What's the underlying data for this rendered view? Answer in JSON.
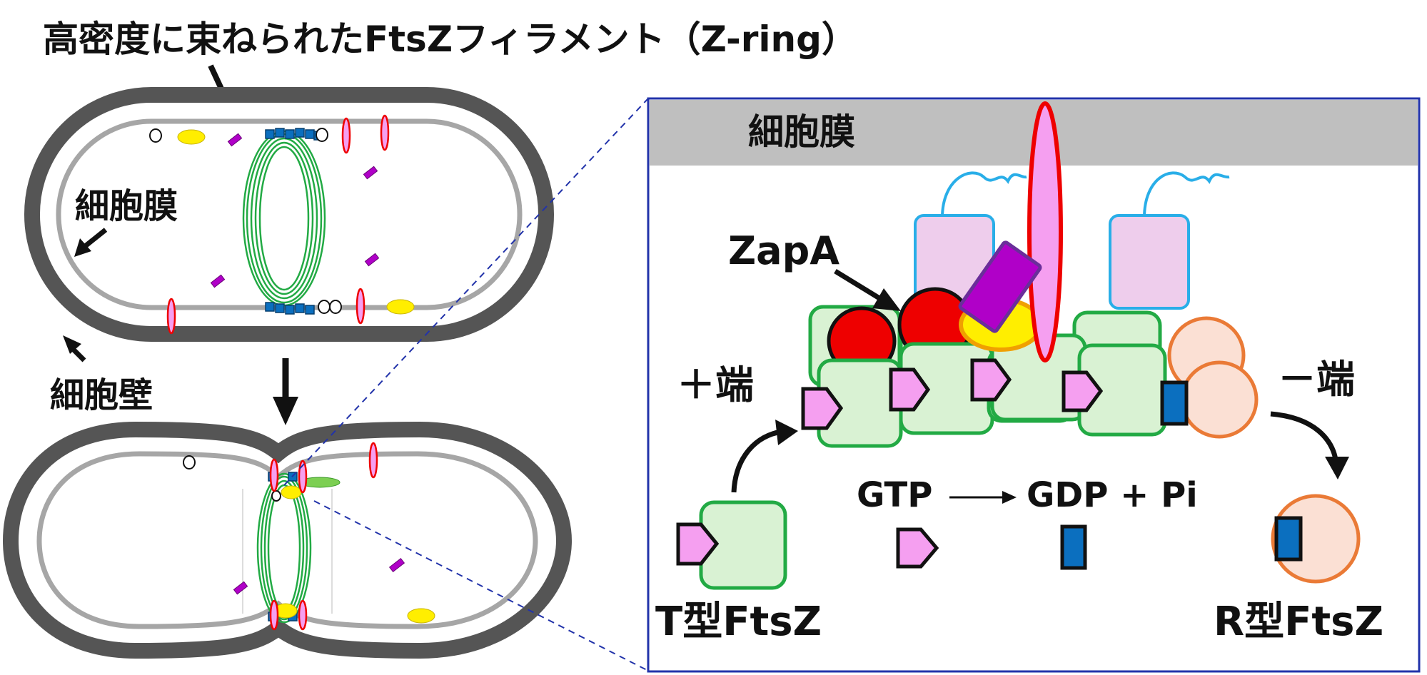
{
  "title": "高密度に束ねられたFtsZフィラメント（Z-ring）",
  "left": {
    "membrane_label": "細胞膜",
    "wall_label": "細胞壁"
  },
  "detail": {
    "membrane_label": "細胞膜",
    "zapa_label": "ZapA",
    "plus_end_label": "＋端",
    "minus_end_label": "－端",
    "reaction_gtp": "GTP",
    "reaction_products": "GDP + Pi",
    "t_type_label": "T型FtsZ",
    "r_type_label": "R型FtsZ"
  },
  "colors": {
    "cell_wall": "#555555",
    "membrane": "#a6a6a6",
    "ftsz_fill": "#d9f2d3",
    "ftsz_stroke": "#22aa44",
    "gtp_fill": "#f59ff0",
    "gdp_fill": "#0b6fbf",
    "zapa": "#ee0000",
    "transmembrane": "#f59ff0",
    "anchor_protein": "#eecdec",
    "anchor_stroke": "#29aee8",
    "r_type_fill": "#fbe0d4",
    "r_type_stroke": "#ea7a36",
    "purple_protein": "#b000c8",
    "yellow_protein": "#ffee00",
    "detail_border": "#2233aa"
  }
}
